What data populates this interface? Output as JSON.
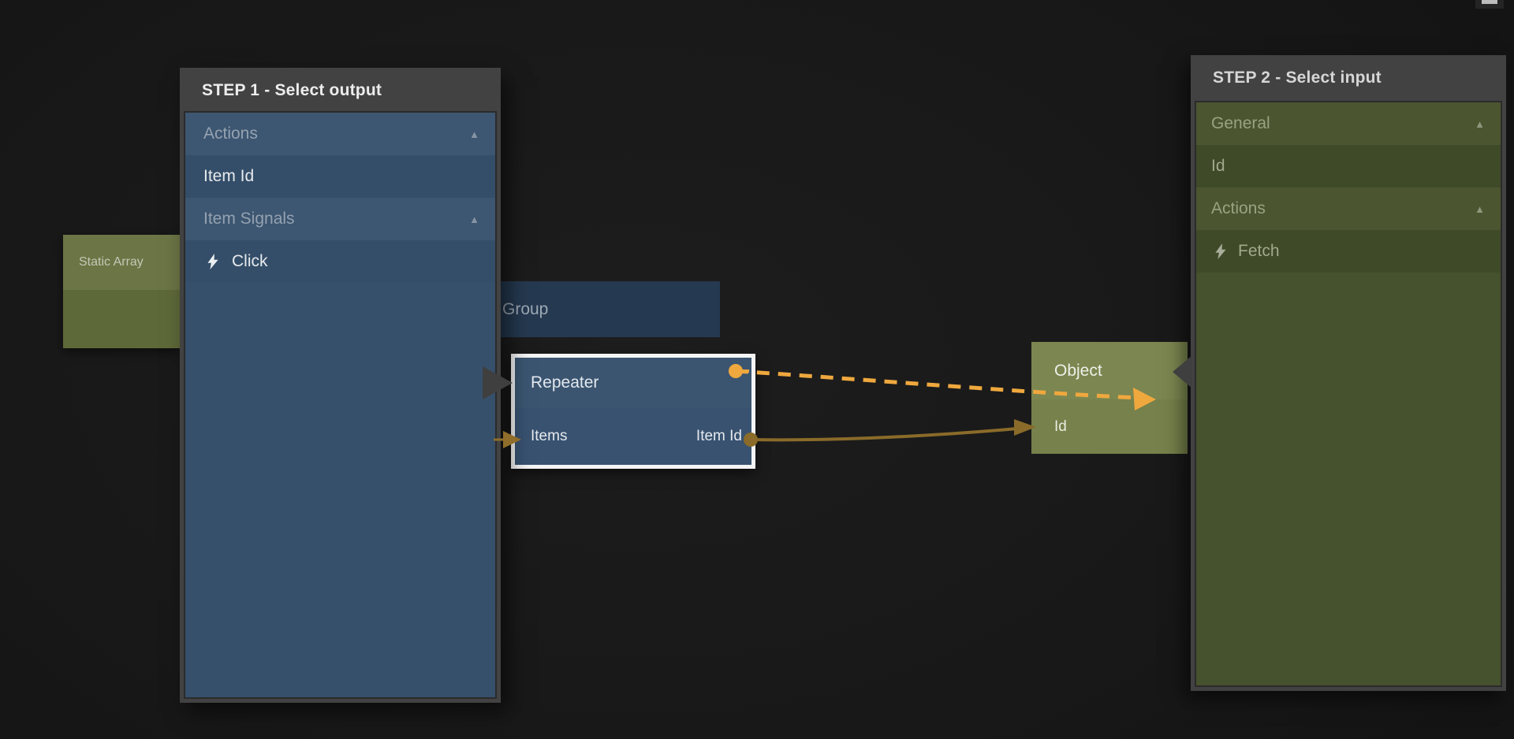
{
  "step1_panel": {
    "title": "STEP 1 - Select output",
    "items": [
      {
        "label": "Actions",
        "type": "section",
        "collapse_icon": "▲"
      },
      {
        "label": "Item Id",
        "type": "output"
      },
      {
        "label": "Item Signals",
        "type": "section",
        "collapse_icon": "▲"
      },
      {
        "label": "Click",
        "type": "signal-output",
        "icon": "lightning"
      }
    ]
  },
  "step2_panel": {
    "title": "STEP 2 - Select input",
    "items": [
      {
        "label": "General",
        "type": "section",
        "collapse_icon": "▲"
      },
      {
        "label": "Id",
        "type": "input"
      },
      {
        "label": "Actions",
        "type": "section",
        "collapse_icon": "▲"
      },
      {
        "label": "Fetch",
        "type": "signal-input",
        "icon": "lightning"
      }
    ]
  },
  "nodes": {
    "static_array": {
      "label": "Static Array"
    },
    "group": {
      "label": "Group"
    },
    "repeater": {
      "label": "Repeater",
      "ports": {
        "input": "Items",
        "output": "Item Id"
      }
    },
    "object": {
      "label": "Object",
      "ports": {
        "input": "Id"
      }
    }
  },
  "connections": [
    {
      "from": "Repeater",
      "to": "Object",
      "style": "dashed",
      "color": "#efa83e"
    },
    {
      "from": "Repeater.Item Id",
      "to": "Object.Id",
      "style": "solid",
      "color": "#8a6b29"
    }
  ],
  "colors": {
    "accent_orange": "#efa83e",
    "wire_brown": "#8a6b29",
    "incoming_arrow_gray": "#3f3f3f",
    "step1_body": "#36506b",
    "step2_body": "#46512d"
  }
}
